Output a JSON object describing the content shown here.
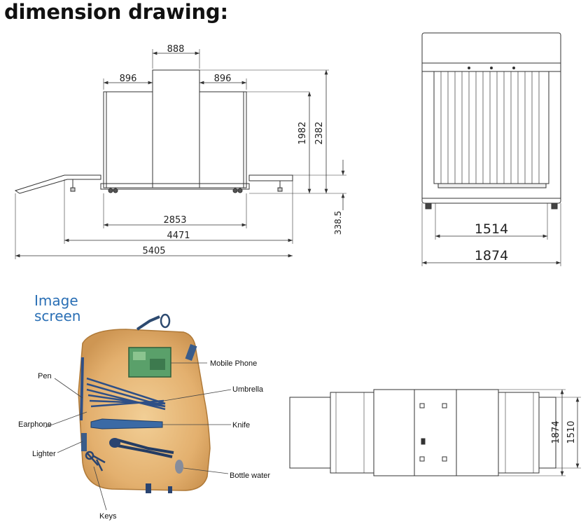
{
  "title": "dimension drawing:",
  "image_screen": {
    "line1": "Image",
    "line2": "screen"
  },
  "front_view": {
    "dims": {
      "top_width": "888",
      "side_left": "896",
      "side_right": "896",
      "height_inner": "1982",
      "height_total": "2382",
      "conveyor_height": "338.5",
      "frame_width": "2853",
      "base_width": "4471",
      "overall_length": "5405"
    }
  },
  "side_view": {
    "dims": {
      "inner_width": "1514",
      "outer_width": "1874"
    }
  },
  "top_view": {
    "dims": {
      "outer_width": "1874",
      "inner_width": "1510"
    }
  },
  "xray_labels": {
    "mobile_phone": "Mobile Phone",
    "pen": "Pen",
    "umbrella": "Umbrella",
    "earphone": "Earphone",
    "knife": "Knife",
    "lighter": "Lighter",
    "bottle_water": "Bottle water",
    "keys": "Keys"
  },
  "colors": {
    "title_blue": "#2a6fb5",
    "line": "#333333"
  }
}
